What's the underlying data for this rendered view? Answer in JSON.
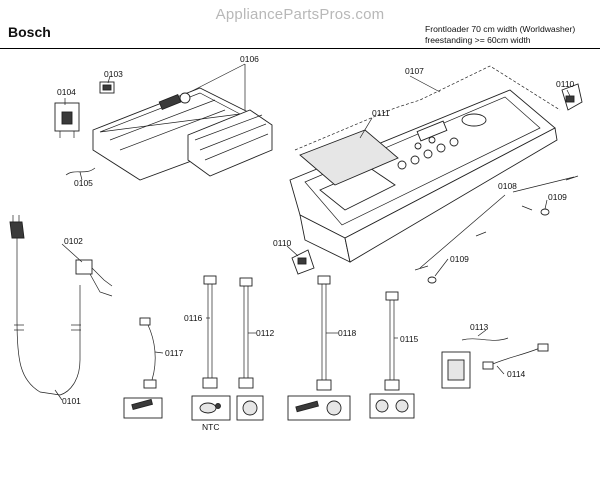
{
  "header": {
    "brand": "Bosch",
    "watermark": "AppliancePartsPros.com",
    "model_line1": "Frontloader 70 cm width (Worldwasher)",
    "model_line2": "freestanding >= 60cm width"
  },
  "parts": {
    "p0101": "0101",
    "p0102": "0102",
    "p0103": "0103",
    "p0104": "0104",
    "p0105": "0105",
    "p0106": "0106",
    "p0107": "0107",
    "p0108": "0108",
    "p0109a": "0109",
    "p0109b": "0109",
    "p0110a": "0110",
    "p0110b": "0110",
    "p0111": "0111",
    "p0112": "0112",
    "p0113": "0113",
    "p0114": "0114",
    "p0115": "0115",
    "p0116": "0116",
    "p0117": "0117",
    "p0118": "0118",
    "ntc": "NTC"
  }
}
